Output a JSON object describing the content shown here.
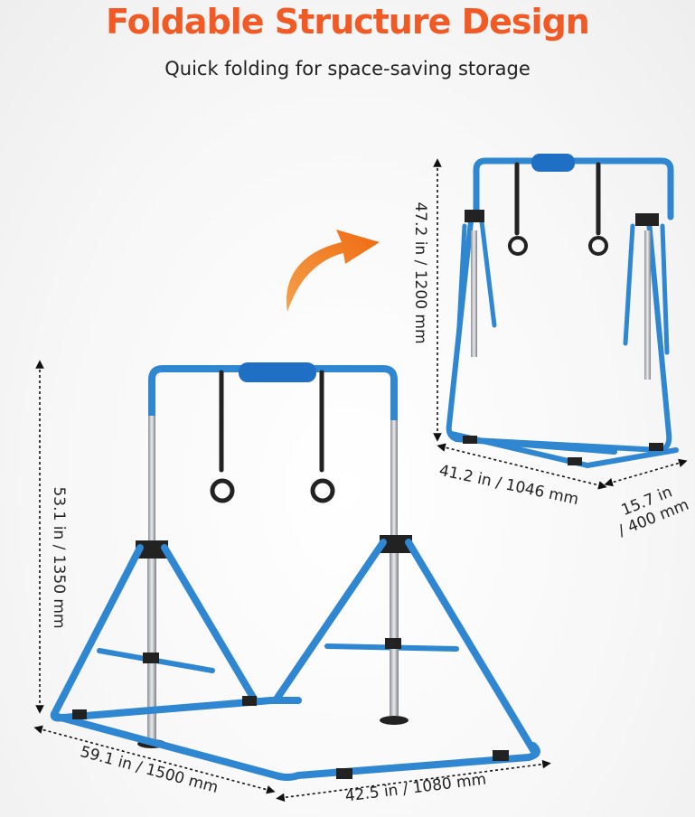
{
  "header": {
    "title": "Foldable Structure Design",
    "subtitle": "Quick folding for space-saving storage"
  },
  "colors": {
    "title": "#f15a24",
    "frame_blue": "#2f86d1",
    "arrow_orange": "#f07b1f",
    "text": "#222222"
  },
  "folded": {
    "height_label": "47.2 in / 1200 mm",
    "width_label": "41.2 in / 1046 mm",
    "depth_line1": "15.7 in",
    "depth_line2": "/ 400 mm"
  },
  "unfolded": {
    "height_label": "53.1 in / 1350 mm",
    "depth_label": "59.1 in / 1500 mm",
    "width_label": "42.5 in / 1080 mm"
  },
  "icons": {
    "fold_arrow": "curved-arrow-icon"
  }
}
